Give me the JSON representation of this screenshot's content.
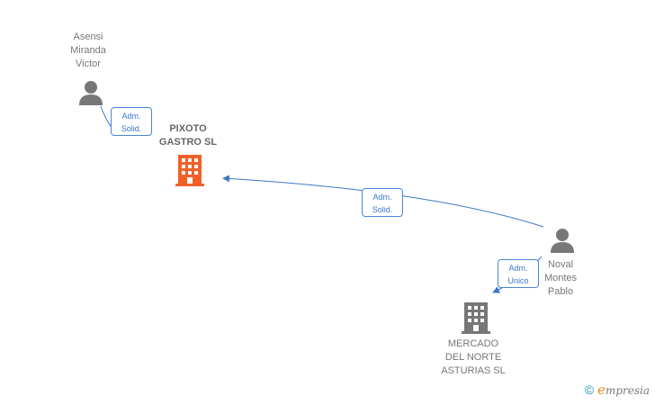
{
  "nodes": {
    "person_asensi": {
      "lines": [
        "Asensi",
        "Miranda",
        "Victor"
      ]
    },
    "company_pixoto": {
      "lines": [
        "PIXOTO",
        "GASTRO  SL"
      ]
    },
    "person_noval": {
      "lines": [
        "Noval",
        "Montes",
        "Pablo"
      ]
    },
    "company_mercado": {
      "lines": [
        "MERCADO",
        "DEL NORTE",
        "ASTURIAS  SL"
      ]
    }
  },
  "edges": {
    "asensi_pixoto": {
      "lines": [
        "Adm.",
        "Solid."
      ]
    },
    "noval_pixoto": {
      "lines": [
        "Adm.",
        "Solid."
      ]
    },
    "noval_mercado": {
      "lines": [
        "Adm.",
        "Unico"
      ]
    }
  },
  "colors": {
    "edge": "#3b78c9",
    "person_icon": "#777777",
    "company_main": "#f0612a",
    "company_other": "#777777"
  },
  "footer": {
    "copyright": "©",
    "brand_initial": "e",
    "brand_rest": "mpresia"
  }
}
